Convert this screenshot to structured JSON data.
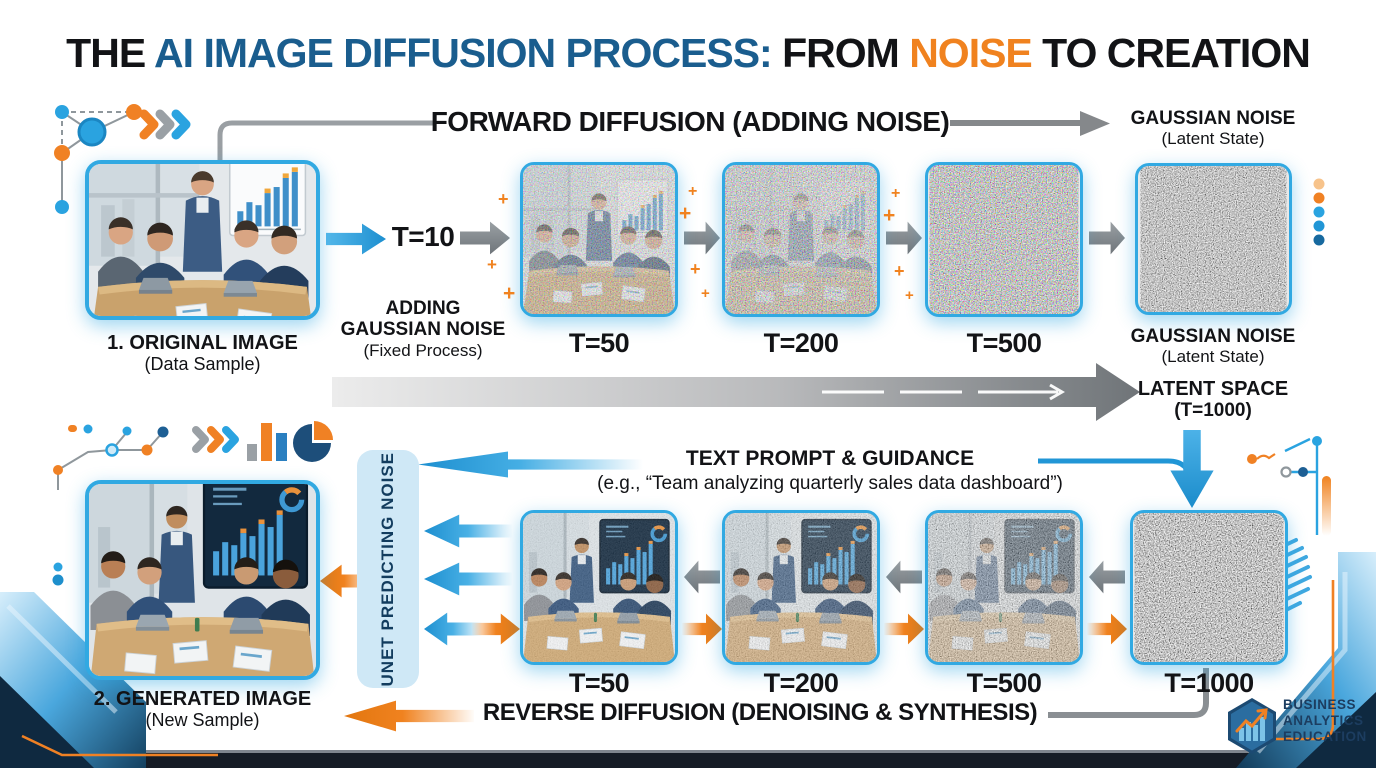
{
  "title": {
    "part1": "THE ",
    "part2": "AI IMAGE DIFFUSION PROCESS:",
    "part3": " FROM ",
    "part4": "NOISE",
    "part5": " TO CREATION"
  },
  "forward": {
    "header_bold": "FORWARD DIFFUSION",
    "header_rest": " (ADDING NOISE)",
    "gaussian_top_title": "GAUSSIAN NOISE",
    "gaussian_top_sub": "(Latent State)",
    "original_title": "1. ORIGINAL IMAGE",
    "original_sub": "(Data Sample)",
    "t10": "T=10",
    "adding_line1": "ADDING",
    "adding_line2": "GAUSSIAN NOISE",
    "adding_line3": "(Fixed Process)",
    "steps": [
      "T=50",
      "T=200",
      "T=500"
    ],
    "gaussian_bottom_title": "GAUSSIAN NOISE",
    "gaussian_bottom_sub": "(Latent State)",
    "latent_title": "LATENT SPACE",
    "latent_sub": "(T=1000)"
  },
  "reverse": {
    "prompt_title": "TEXT PROMPT & GUIDANCE",
    "prompt_example": "(e.g., “Team analyzing quarterly sales data dashboard”)",
    "unet": "UNET PREDICTING NOISE",
    "steps": [
      "T=50",
      "T=200",
      "T=500",
      "T=1000"
    ],
    "generated_title": "2. GENERATED IMAGE",
    "generated_sub": "(New Sample)",
    "footer": "REVERSE DIFFUSION (DENOISING & SYNTHESIS)"
  },
  "logo": {
    "line1": "BUSINESS",
    "line2": "ANALYTICS",
    "line3": "EDUCATION"
  },
  "icons": {
    "plus": "+"
  },
  "colors": {
    "accent_blue": "#2196d6",
    "orange": "#f0821f",
    "title_blue": "#1a5d8e",
    "navy": "#16324c",
    "arrow_gray": "#808588"
  }
}
